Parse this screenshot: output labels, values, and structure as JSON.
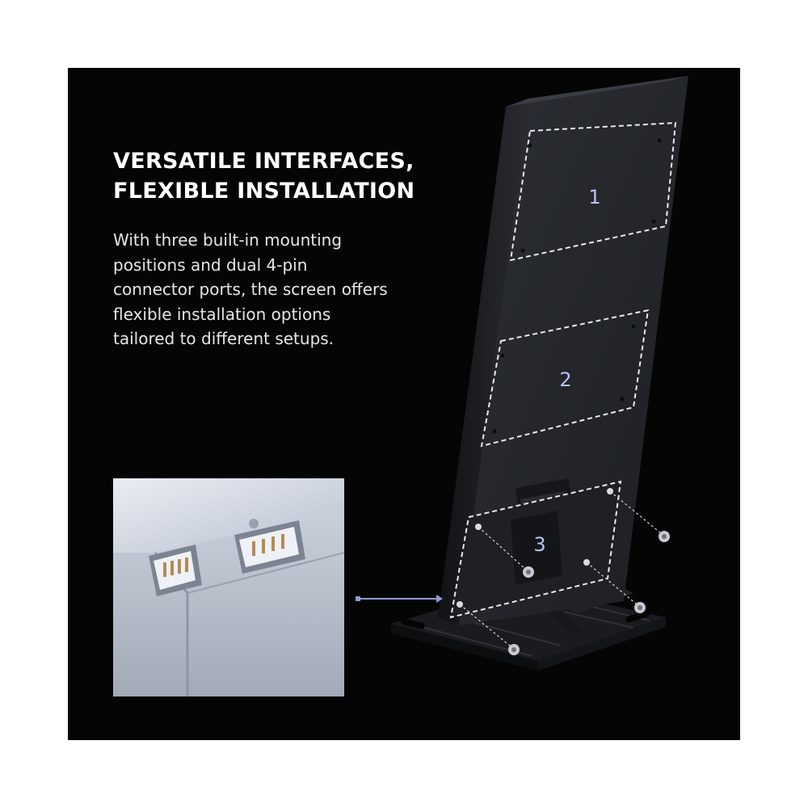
{
  "headline": {
    "line1": "VERSATILE INTERFACES,",
    "line2": "FLEXIBLE INSTALLATION"
  },
  "body": {
    "lines": [
      "With three built-in mounting",
      "positions and dual 4-pin",
      "connector ports, the screen offers",
      "flexible installation options",
      "tailored to different setups."
    ]
  },
  "mounting_positions": {
    "labels": [
      "1",
      "2",
      "3"
    ]
  },
  "colors": {
    "background": "#050505",
    "headline": "#ffffff",
    "body_text": "#e6e6e6",
    "position_label": "#b9c3f2",
    "device_body": "#25272c",
    "callout_line": "#8f9bd3"
  },
  "icons": {
    "screw": "screw-icon",
    "connector": "connector-port-icon"
  }
}
